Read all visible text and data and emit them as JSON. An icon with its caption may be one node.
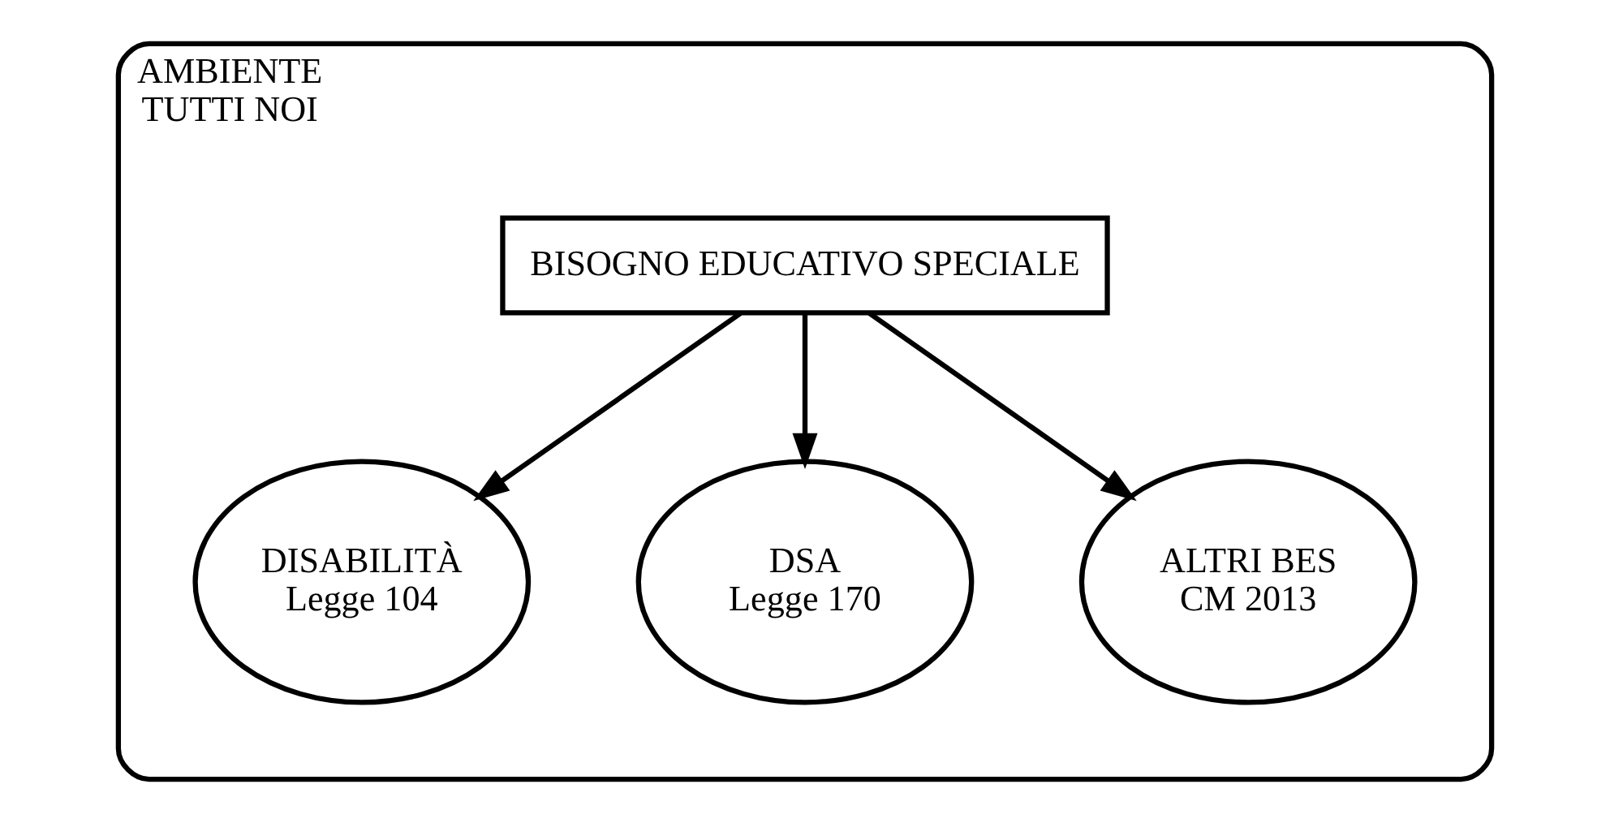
{
  "diagram": {
    "nodes": [
      {
        "text": [
          "AMBIENTE",
          "TUTTI NOI"
        ]
      },
      {
        "text": [
          "BISOGNO EDUCATIVO SPECIALE"
        ],
        "in": 0
      },
      {
        "text": [
          "DISABILITÀ",
          "Legge 104"
        ],
        "in": 0
      },
      {
        "text": [
          "DSA",
          "Legge 170"
        ],
        "in": 0
      },
      {
        "text": [
          "ALTRI BES",
          "CM 2013"
        ],
        "in": 0
      }
    ],
    "edges": [
      {
        "from": 1,
        "to": 2,
        "arrow": "to"
      },
      {
        "from": 1,
        "to": 3,
        "arrow": "to"
      },
      {
        "from": 1,
        "to": 4,
        "arrow": "to"
      }
    ]
  }
}
